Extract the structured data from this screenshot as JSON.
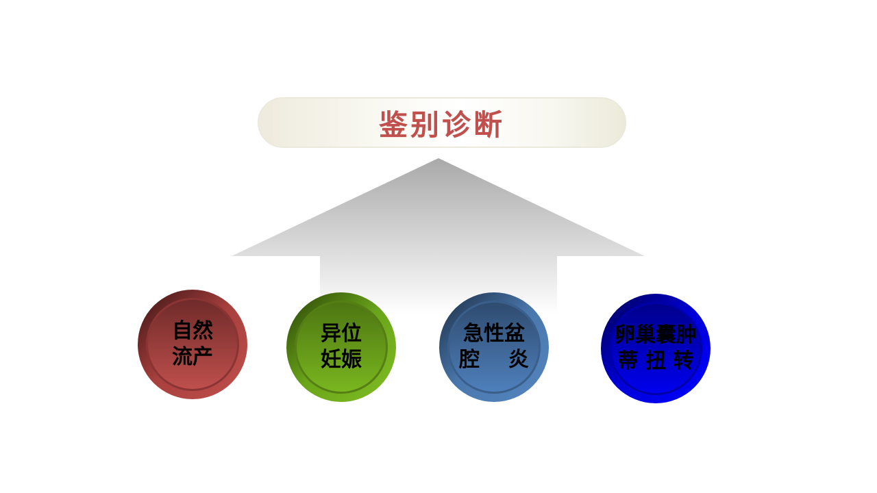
{
  "title": "鉴别诊断",
  "nodes": [
    {
      "line1": "自然",
      "line2": "流产",
      "color": "#c0504d"
    },
    {
      "line1": "异位",
      "line2": "妊娠",
      "color": "#77b41f"
    },
    {
      "line1": "急性盆",
      "line2": "腔    炎",
      "color": "#4f81bd"
    },
    {
      "line1": "卵巢囊肿",
      "line2": "蒂 扭 转",
      "color": "#0000ff"
    }
  ]
}
